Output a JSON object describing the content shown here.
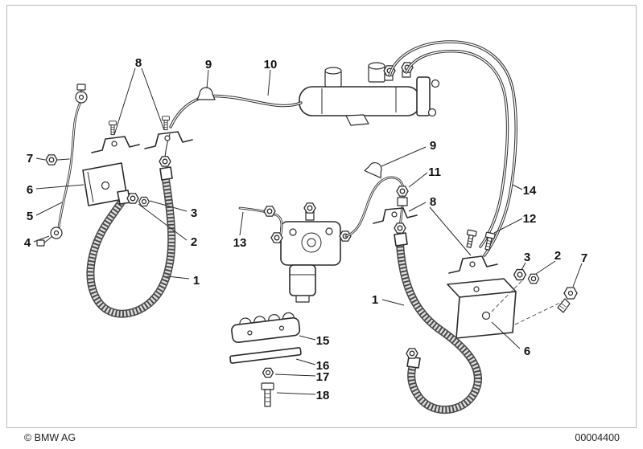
{
  "footer": {
    "copyright": "© BMW AG",
    "image_number": "00004400"
  },
  "callouts": {
    "c8_top": "8",
    "c9_top": "9",
    "c10": "10",
    "c7_left": "7",
    "c6_left": "6",
    "c5": "5",
    "c4": "4",
    "c3_left": "3",
    "c2_left": "2",
    "c1_left": "1",
    "c13": "13",
    "c9_mid": "9",
    "c11": "11",
    "c8_mid": "8",
    "c14": "14",
    "c12": "12",
    "c3_right": "3",
    "c2_right": "2",
    "c7_right": "7",
    "c1_right": "1",
    "c6_right": "6",
    "c15": "15",
    "c16": "16",
    "c17": "17",
    "c18": "18"
  }
}
